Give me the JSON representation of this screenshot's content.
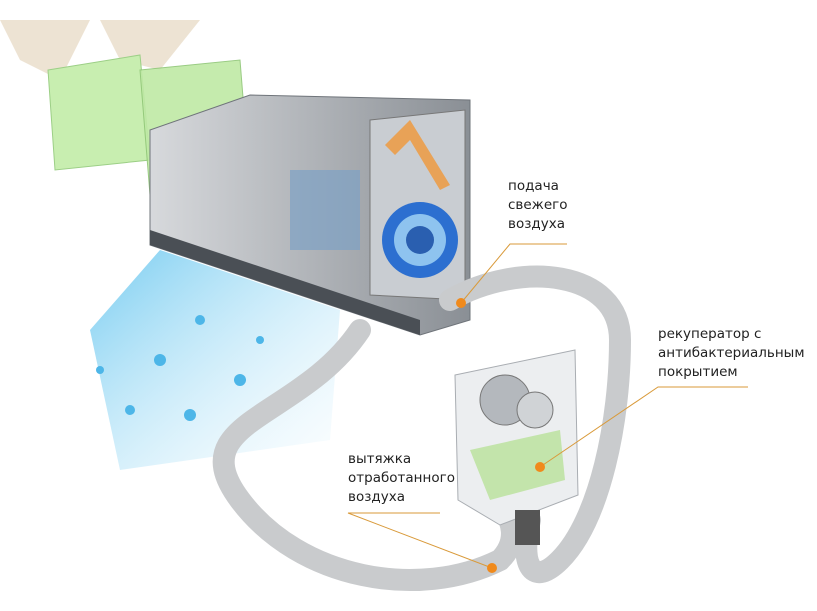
{
  "labels": {
    "fresh_air": [
      "подача",
      "свежего",
      "воздуха"
    ],
    "recuperator": [
      "рекуператор с",
      "антибактериальным",
      "покрытием"
    ],
    "exhaust": [
      "вытяжка",
      "отработанного",
      "воздуха"
    ]
  },
  "colors": {
    "leader": "#d99a3a",
    "dot": "#f08a1c",
    "hose": "#c9cbcd",
    "air": "#8fd3f2",
    "filter": "#b8e6a0",
    "unit": "#a9adb2"
  }
}
